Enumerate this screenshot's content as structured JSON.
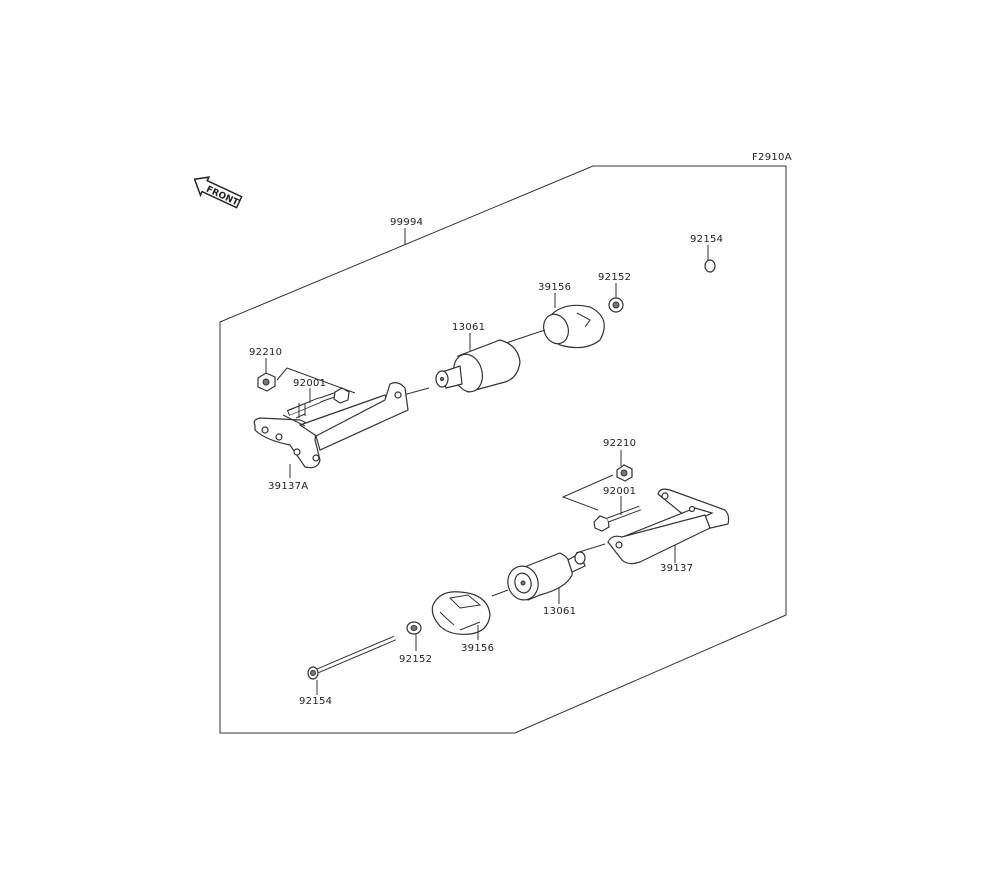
{
  "diagram": {
    "figure_code": "F2910A",
    "front_arrow_label": "FRONT",
    "assembly_label": "99994",
    "upper": {
      "bolt_long": "92154",
      "collar": "92152",
      "cap": "39156",
      "slider": "13061",
      "nut": "92210",
      "bolt": "92001",
      "bracket": "39137A"
    },
    "lower": {
      "nut": "92210",
      "bolt": "92001",
      "bracket": "39137",
      "slider": "13061",
      "cap": "39156",
      "collar": "92152",
      "bolt_long": "92154"
    }
  }
}
